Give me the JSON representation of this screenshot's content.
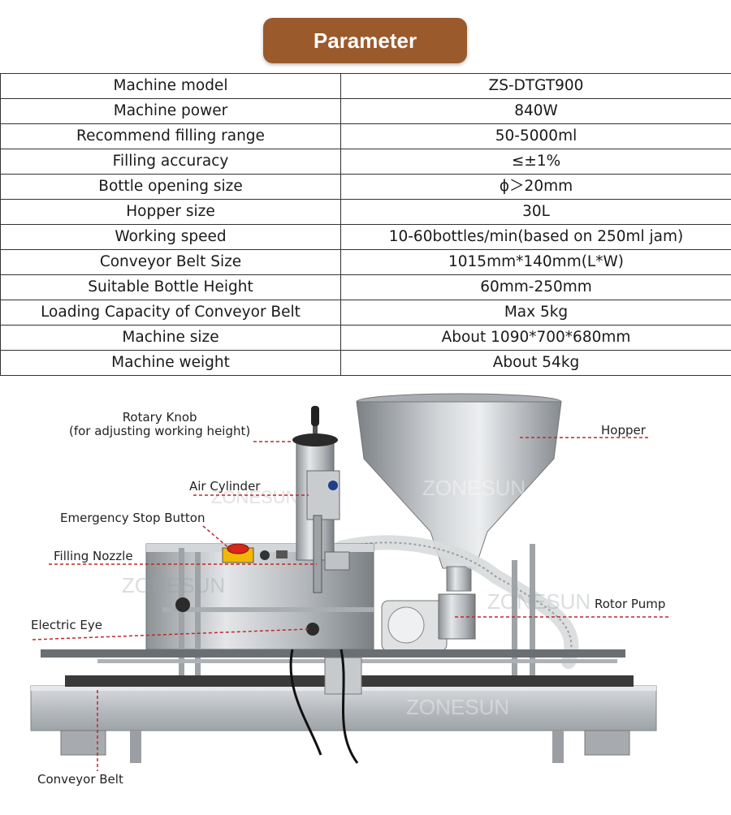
{
  "title": "Parameter",
  "params": [
    {
      "name": "Machine model",
      "value": "ZS-DTGT900"
    },
    {
      "name": "Machine power",
      "value": "840W"
    },
    {
      "name": "Recommend filling range",
      "value": "50-5000ml"
    },
    {
      "name": "Filling accuracy",
      "value": "≤±1%"
    },
    {
      "name": "Bottle opening size",
      "value": "ϕ＞20mm"
    },
    {
      "name": "Hopper size",
      "value": "30L"
    },
    {
      "name": "Working speed",
      "value": "10-60bottles/min(based on 250ml jam)"
    },
    {
      "name": "Conveyor Belt Size",
      "value": "1015mm*140mm(L*W)"
    },
    {
      "name": "Suitable Bottle Height",
      "value": "60mm-250mm"
    },
    {
      "name": "Loading Capacity of Conveyor Belt",
      "value": "Max 5kg"
    },
    {
      "name": "Machine size",
      "value": "About 1090*700*680mm"
    },
    {
      "name": "Machine weight",
      "value": "About 54kg"
    }
  ],
  "labels": {
    "rotary_knob_1": "Rotary Knob",
    "rotary_knob_2": "(for adjusting working height)",
    "hopper": "Hopper",
    "air_cylinder": "Air Cylinder",
    "emergency_stop": "Emergency Stop Button",
    "filling_nozzle": "Filling Nozzle",
    "rotor_pump": "Rotor Pump",
    "electric_eye": "Electric Eye",
    "conveyor_belt": "Conveyor Belt"
  },
  "watermark": "ZONESUN",
  "colors": {
    "title_bg": "#9a5a2c",
    "callout_line": "#c0272d",
    "steel": "#b8bcc0",
    "estop_red": "#d9261c",
    "estop_yellow": "#f2b705"
  }
}
